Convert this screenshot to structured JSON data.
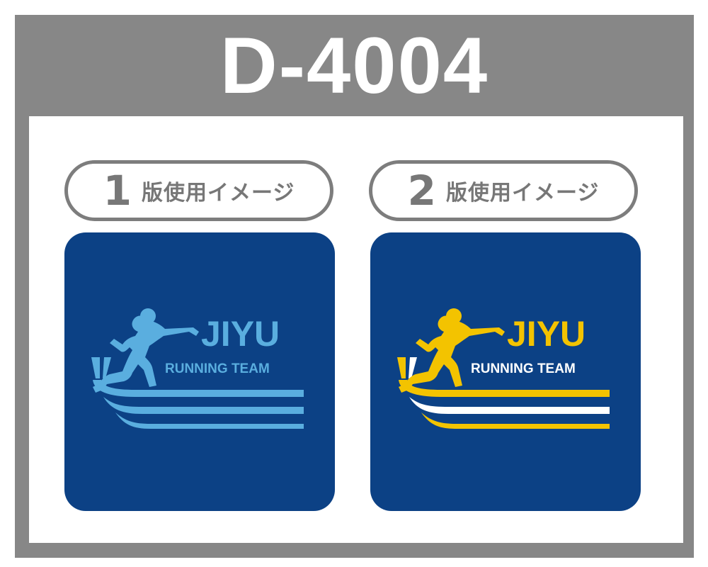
{
  "header": {
    "title": "D-4004"
  },
  "options": [
    {
      "number": "1",
      "label": "版使用イメージ",
      "logo": {
        "word": "JIYU",
        "tagline": "RUNNING TEAM",
        "colors": {
          "background": "#0c4185",
          "primary": "#5aaedf",
          "secondary": "#5aaedf"
        }
      }
    },
    {
      "number": "2",
      "label": "版使用イメージ",
      "logo": {
        "word": "JIYU",
        "tagline": "RUNNING TEAM",
        "colors": {
          "background": "#0c4185",
          "primary": "#f3c300",
          "secondary": "#ffffff"
        }
      }
    }
  ],
  "colors": {
    "frame": "#878787",
    "panel": "#ffffff",
    "pill_border": "#7d7d7d",
    "pill_text": "#777777"
  }
}
